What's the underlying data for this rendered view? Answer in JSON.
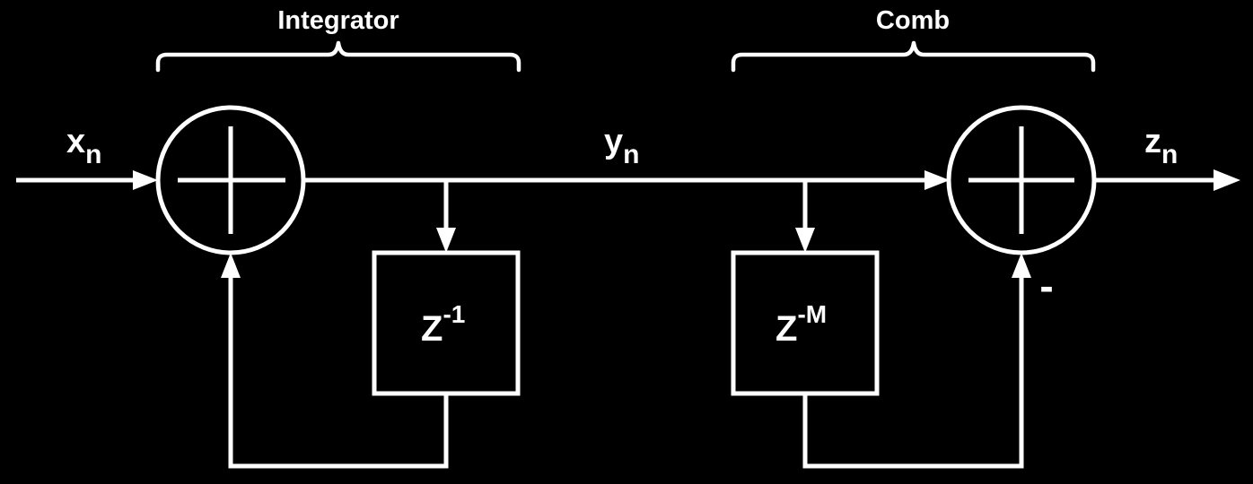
{
  "colors": {
    "background": "#000000",
    "foreground": "#ffffff"
  },
  "sections": {
    "integrator": "Integrator",
    "comb": "Comb"
  },
  "signals": {
    "input": {
      "base": "x",
      "subscript": "n"
    },
    "middle": {
      "base": "y",
      "subscript": "n"
    },
    "output": {
      "base": "z",
      "subscript": "n"
    }
  },
  "blocks": {
    "integrator_delay": {
      "base": "Z",
      "superscript": "-1"
    },
    "comb_delay": {
      "base": "Z",
      "superscript": "-M"
    }
  },
  "operators": {
    "integrator_adder": "plus",
    "comb_adder": "plus",
    "comb_feedback_sign": "-"
  }
}
